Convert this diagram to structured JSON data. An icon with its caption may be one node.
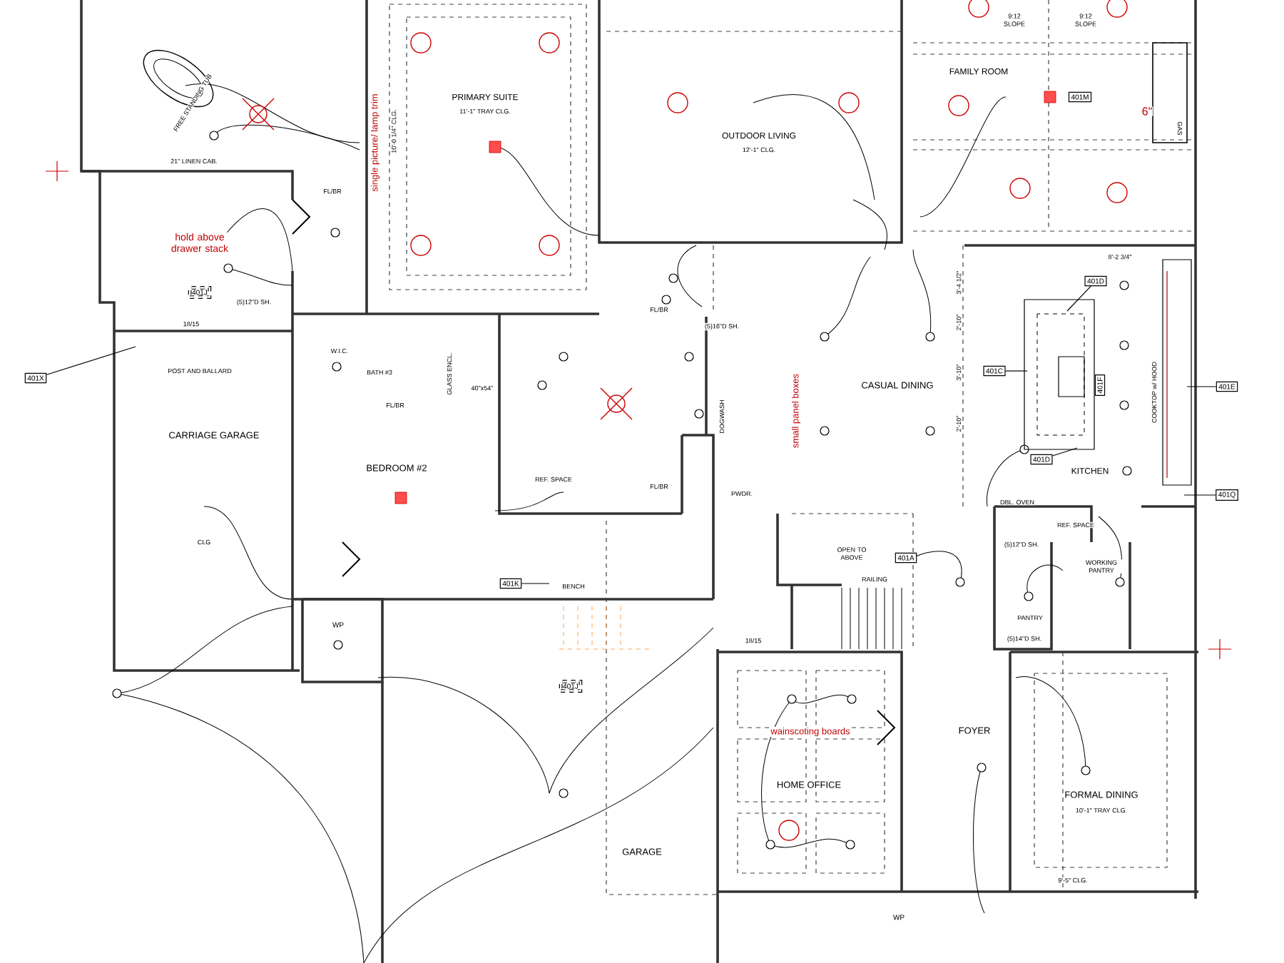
{
  "diagram": {
    "nodes": [
      {
        "text": [
          "401X"
        ]
      },
      {
        "text": [
          "401J"
        ]
      },
      {
        "text": [
          "401K"
        ]
      },
      {
        "text": [
          "401J"
        ]
      },
      {
        "text": [
          "401M"
        ]
      },
      {
        "text": [
          "401D"
        ]
      },
      {
        "text": [
          "401C"
        ]
      },
      {
        "text": [
          "401F"
        ]
      },
      {
        "text": [
          "401E"
        ]
      },
      {
        "text": [
          "401D"
        ]
      },
      {
        "text": [
          "401Q"
        ]
      },
      {
        "text": [
          "401A"
        ]
      }
    ],
    "edges": [
      {
        "from": 0,
        "to": null,
        "arrow": "none"
      },
      {
        "from": 2,
        "to": null,
        "arrow": "none"
      },
      {
        "from": 5,
        "to": null,
        "arrow": "none"
      },
      {
        "from": 6,
        "to": null,
        "arrow": "none"
      },
      {
        "from": 8,
        "to": null,
        "arrow": "none"
      },
      {
        "from": 9,
        "to": null,
        "arrow": "none"
      },
      {
        "from": 10,
        "to": null,
        "arrow": "none"
      }
    ],
    "labels": [
      "FREE STANDING TUB",
      "21\" LINEN CAB.",
      "hold above drawer stack",
      "single picture/ lamp trim",
      "10'-0 1/4\" CLG.",
      "PRIMARY SUITE",
      "11'-1\" TRAY CLG.",
      "FL/BR",
      "(5)12\"D SH.",
      "18/15",
      "W.I.C.",
      "BATH #3",
      "GLASS ENCL.",
      "40\"x54\"",
      "FL/BR",
      "POST AND BALLARD",
      "CARRIAGE GARAGE",
      "BEDROOM #2",
      "CLG",
      "WP",
      "BENCH",
      "OUTDOOR LIVING",
      "12'-1\" CLG.",
      "FAMILY ROOM",
      "9:12 SLOPE",
      "9:12 SLOPE",
      "6\"",
      "GAS",
      "FL/BR",
      "(5)16\"D SH.",
      "small panel boxes",
      "DOGWASH",
      "CASUAL DINING",
      "8'-2 3/4\"",
      "3'-4 1/2\"",
      "2'-10\"",
      "3'-10\"",
      "2'-10\"",
      "COOKTOP w/ HOOD",
      "KITCHEN",
      "REF. SPACE",
      "FL/BR",
      "PWDR.",
      "DBL. OVEN",
      "REF. SPACE",
      "(5)12\"D SH.",
      "WORKING PANTRY",
      "PANTRY",
      "(5)14\"D SH.",
      "OPEN TO ABOVE",
      "RAILING",
      "18/15",
      "wainscoting boards",
      "HOME OFFICE",
      "FOYER",
      "FORMAL DINING",
      "10'-1\" TRAY CLG.",
      "9'-5\" CLG.",
      "GARAGE",
      "WP"
    ]
  }
}
